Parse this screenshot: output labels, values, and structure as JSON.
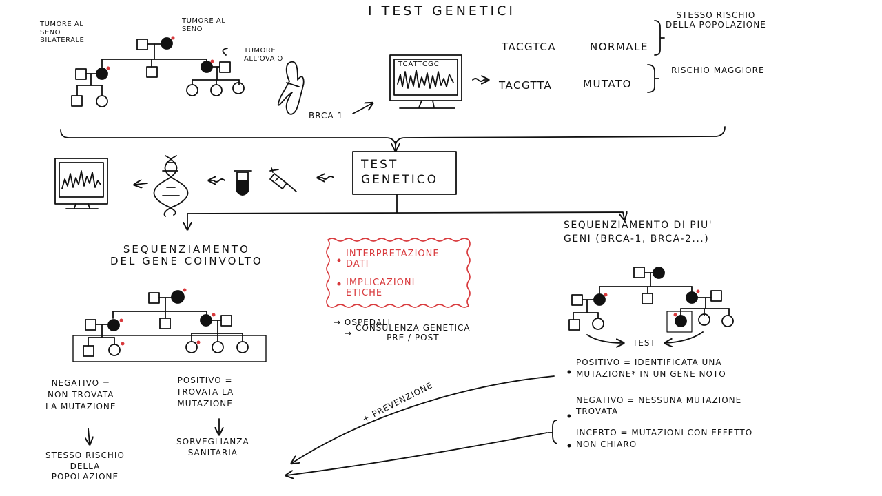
{
  "title": "I TEST GENETICI",
  "top": {
    "label_bilateral": "TUMORE AL\nSENO\nBILATERALE",
    "label_breast": "TUMORE AL\nSENO",
    "label_ovary": "TUMORE\nALL'OVAIO",
    "gene_label": "BRCA-1",
    "monitor_seq": "TCATTCGC",
    "seq_normal": "TACGTCA",
    "normal_label": "NORMALE",
    "seq_mutated": "TACGTTA",
    "mutated_label": "MUTATO",
    "same_risk": "STESSO RISCHIO\nDELLA POPOLAZIONE",
    "higher_risk": "RISCHIO MAGGIORE"
  },
  "center": {
    "test_box": "TEST\nGENETICO",
    "red_box_items": [
      "INTERPRETAZIONE\nDATI",
      "IMPLICAZIONI\nETICHE"
    ],
    "notes": [
      "OSPEDALI",
      "CONSULENZA GENETICA\nPRE / POST"
    ]
  },
  "left_branch": {
    "heading": "SEQUENZIAMENTO\nDEL GENE COINVOLTO",
    "negative": "NEGATIVO =\nNON TROVATA\nLA MUTAZIONE",
    "positive": "POSITIVO =\nTROVATA LA\nMUTAZIONE",
    "negative_result": "STESSO RISCHIO\nDELLA\nPOPOLAZIONE",
    "positive_result": "SORVEGLIANZA\nSANITARIA"
  },
  "right_branch": {
    "heading": "SEQUENZIAMENTO DI PIU'\nGENI (BRCA-1, BRCA-2...)",
    "test_label": "TEST",
    "positive": "POSITIVO = IDENTIFICATA UNA\nMUTAZIONE* IN UN GENE NOTO",
    "negative": "NEGATIVO = NESSUNA MUTAZIONE\nTROVATA",
    "uncertain": "INCERTO = MUTAZIONI CON EFFETTO\nNON CHIARO",
    "prevention": "+ PREVENZIONE"
  },
  "colors": {
    "ink": "#111111",
    "marker_red": "#d8393c"
  },
  "icons": [
    "chromosome-icon",
    "monitor-icon",
    "dna-helix-icon",
    "test-tube-icon",
    "syringe-icon",
    "pedigree-chart"
  ]
}
